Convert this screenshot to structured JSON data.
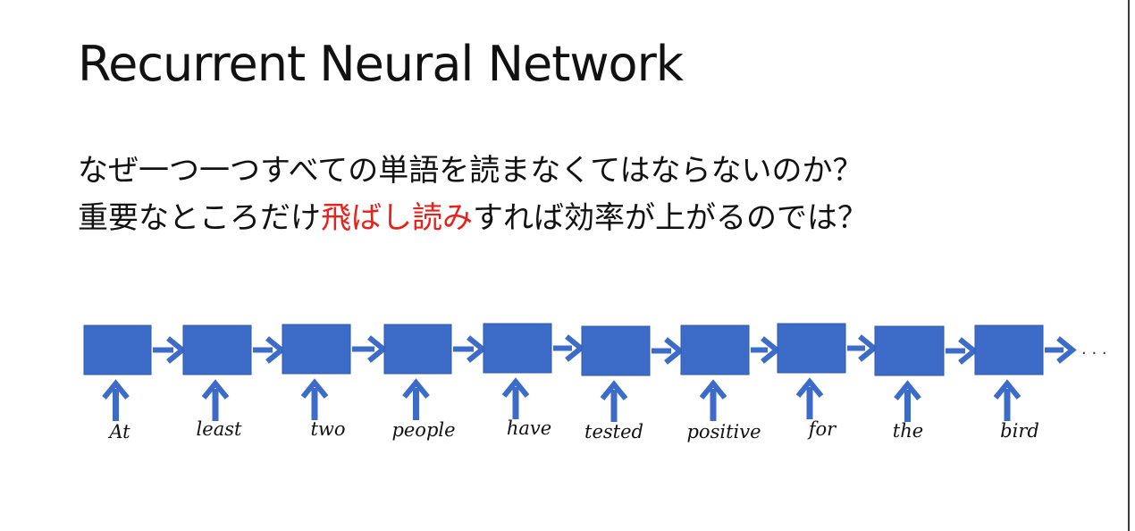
{
  "slide": {
    "title": "Recurrent Neural Network",
    "line1": "なぜ一つ一つすべての単語を読まなくてはならないのか？",
    "line2": {
      "before": "重要なところだけ",
      "highlight": "飛ばし読み",
      "after": "すれば効率が上がるのでは？"
    },
    "highlight_color": "#e8221b"
  },
  "diagram": {
    "cell_color": "#3d6cc8",
    "words": [
      "At",
      "least",
      "two",
      "people",
      "have",
      "tested",
      "positive",
      "for",
      "the",
      "bird"
    ],
    "continuation": ". . ."
  }
}
